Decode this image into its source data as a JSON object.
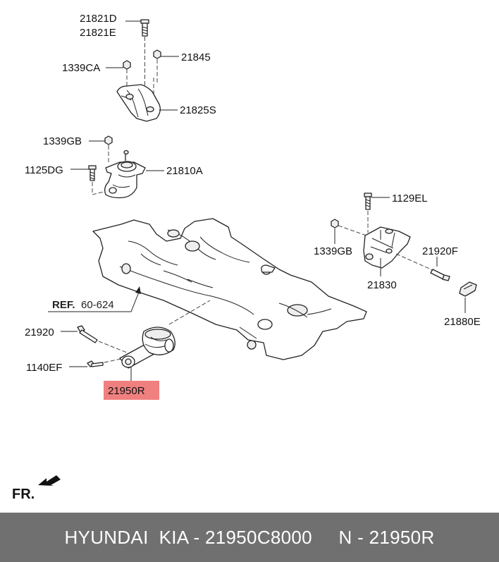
{
  "labels": {
    "p21821D": "21821D",
    "p21821E": "21821E",
    "p1339CA": "1339CA",
    "p21845": "21845",
    "p21825S": "21825S",
    "p1339GB_a": "1339GB",
    "p1125DG": "1125DG",
    "p21810A": "21810A",
    "p1129EL": "1129EL",
    "p1339GB_b": "1339GB",
    "p21920F": "21920F",
    "p21830": "21830",
    "p21880E": "21880E",
    "p21920": "21920",
    "p1140EF": "1140EF",
    "p21950R": "21950R"
  },
  "reference": {
    "prefix": "REF.",
    "number": "60-624"
  },
  "front_indicator": {
    "label": "FR.",
    "icon": "arrow-icon"
  },
  "highlight": {
    "part": "21950R",
    "color": "#f08080"
  },
  "footer": {
    "text": "HYUNDAI  KIA - 21950C8000     N - 21950R"
  }
}
